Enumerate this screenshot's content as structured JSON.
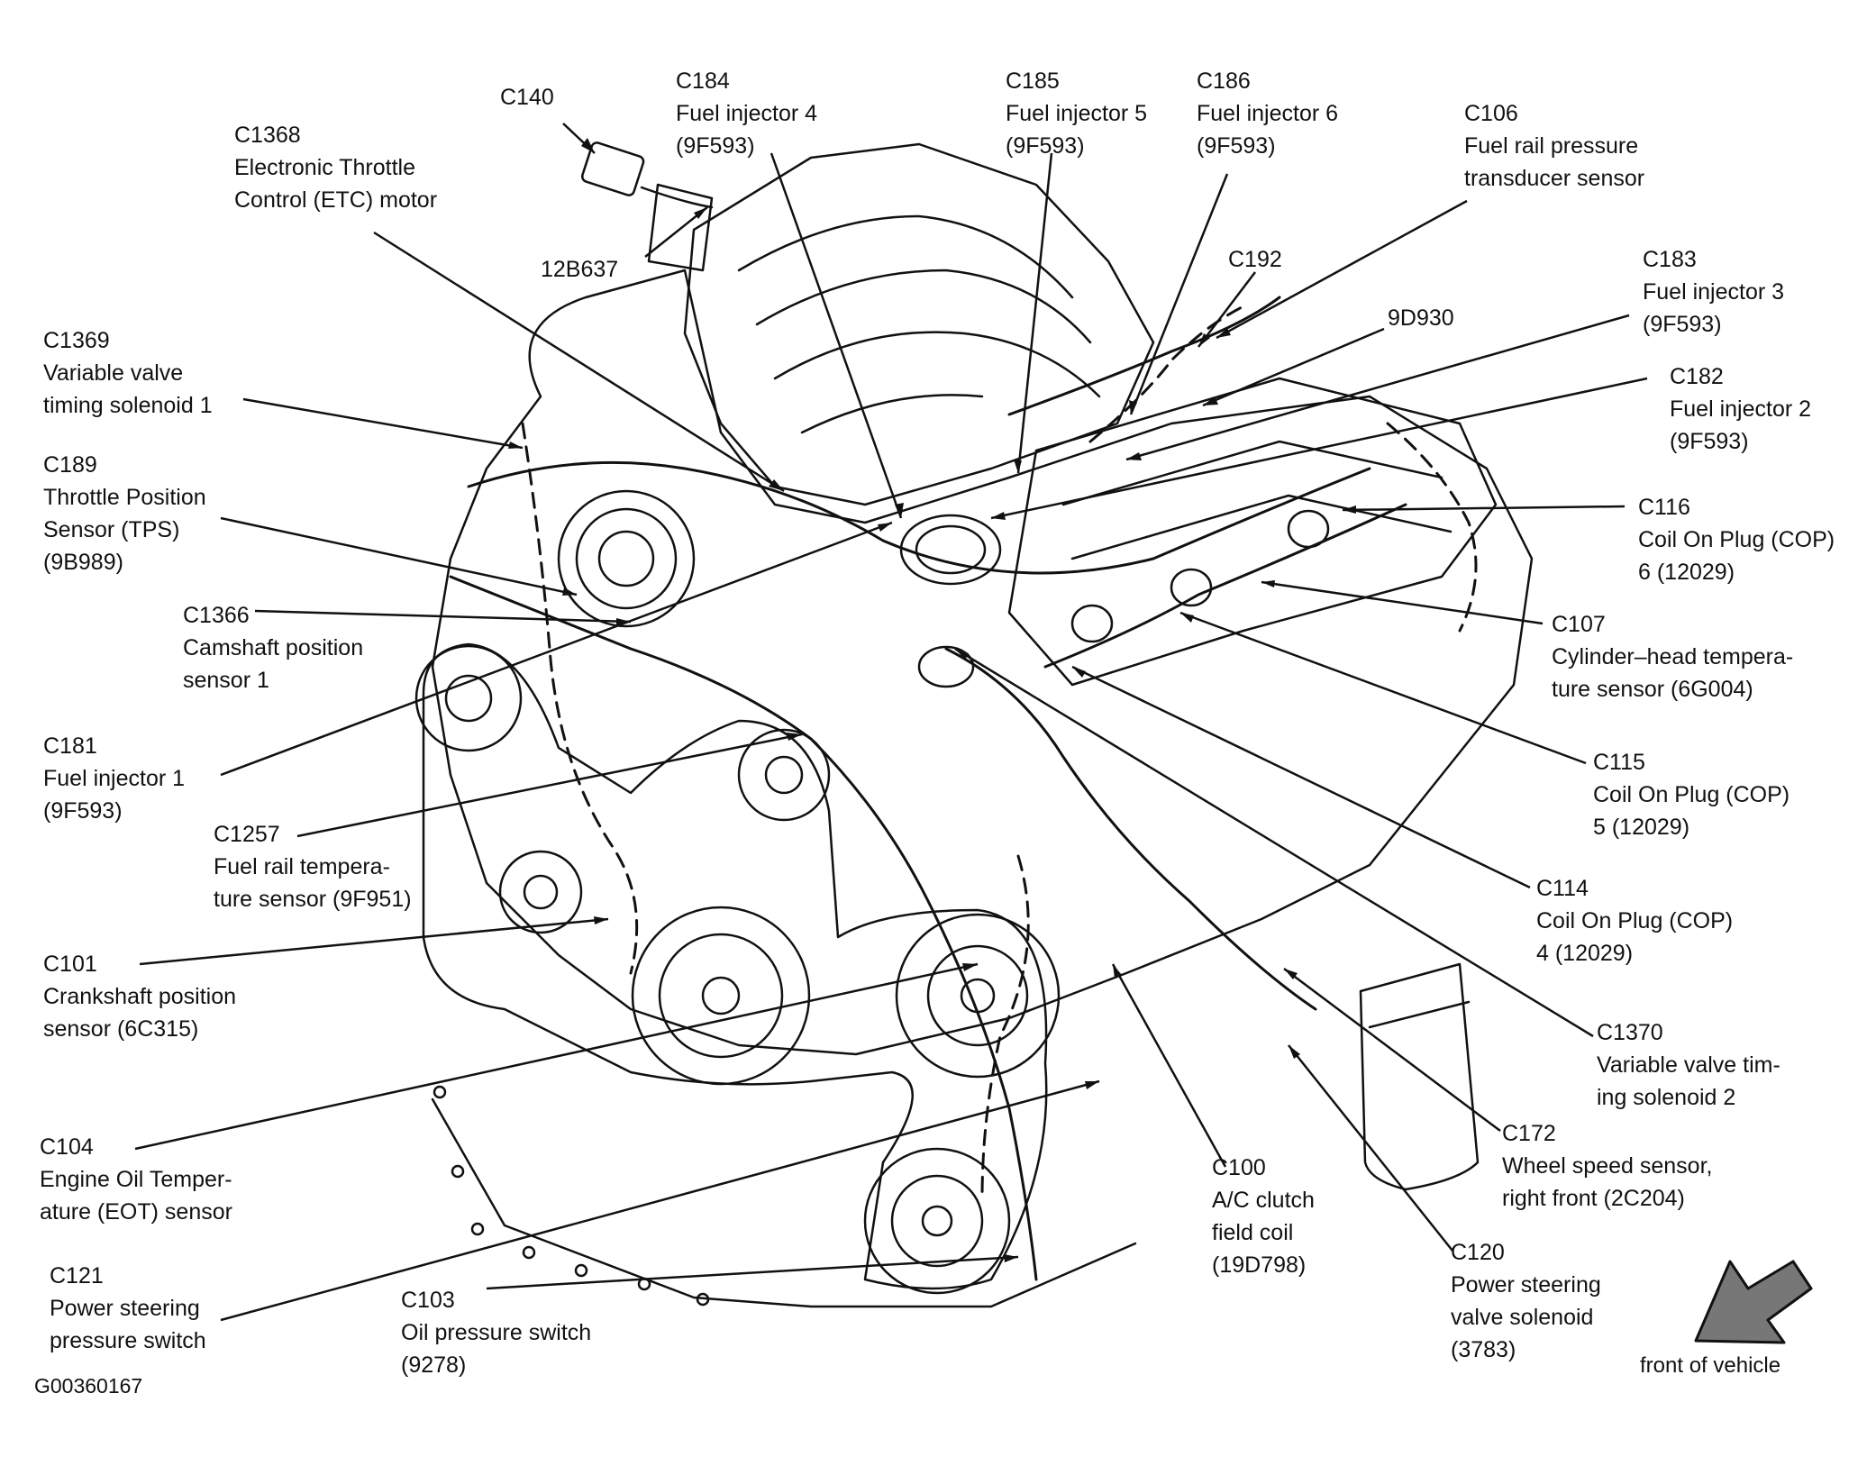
{
  "colors": {
    "ink": "#111111",
    "paper": "#ffffff",
    "arrow_fill": "#777777"
  },
  "labels": {
    "c140": [
      "C140"
    ],
    "c1368": [
      "C1368",
      "Electronic Throttle",
      "Control (ETC) motor"
    ],
    "c184": [
      "C184",
      "Fuel injector 4",
      "(9F593)"
    ],
    "c185": [
      "C185",
      "Fuel injector 5",
      "(9F593)"
    ],
    "c186": [
      "C186",
      "Fuel injector 6",
      "(9F593)"
    ],
    "c106": [
      "C106",
      "Fuel rail pressure",
      "transducer sensor"
    ],
    "c192": [
      "C192"
    ],
    "c183": [
      "C183",
      "Fuel injector 3",
      "(9F593)"
    ],
    "p9d930": [
      "9D930"
    ],
    "c182": [
      "C182",
      "Fuel injector 2",
      "(9F593)"
    ],
    "c1369": [
      "C1369",
      "Variable valve",
      "timing solenoid 1"
    ],
    "c189": [
      "C189",
      "Throttle Position",
      "Sensor (TPS)",
      "(9B989)"
    ],
    "c116": [
      "C116",
      "Coil On Plug (COP)",
      "6 (12029)"
    ],
    "c1366": [
      "C1366",
      "Camshaft position",
      "sensor 1"
    ],
    "c107": [
      "C107",
      "Cylinder–head tempera-",
      "ture sensor (6G004)"
    ],
    "c181": [
      "C181",
      "Fuel injector 1",
      "(9F593)"
    ],
    "c115": [
      "C115",
      "Coil On Plug (COP)",
      "5 (12029)"
    ],
    "c1257": [
      "C1257",
      "Fuel rail tempera-",
      "ture sensor (9F951)"
    ],
    "c114": [
      "C114",
      "Coil On Plug (COP)",
      "4 (12029)"
    ],
    "c101": [
      "C101",
      "Crankshaft position",
      "sensor (6C315)"
    ],
    "c1370": [
      "C1370",
      "Variable valve tim-",
      "ing solenoid 2"
    ],
    "c172": [
      "C172",
      "Wheel speed sensor,",
      "right front (2C204)"
    ],
    "c104": [
      "C104",
      "Engine Oil Temper-",
      "ature (EOT) sensor"
    ],
    "c100": [
      "C100",
      "A/C clutch",
      "field coil",
      "(19D798)"
    ],
    "c121": [
      "C121",
      "Power steering",
      "pressure switch"
    ],
    "c103": [
      "C103",
      "Oil pressure switch",
      "(9278)"
    ],
    "c120": [
      "C120",
      "Power steering",
      "valve solenoid",
      "(3783)"
    ]
  },
  "part_number_12b637": "12B637",
  "figure_id": "G00360167",
  "direction_label": "front of vehicle"
}
